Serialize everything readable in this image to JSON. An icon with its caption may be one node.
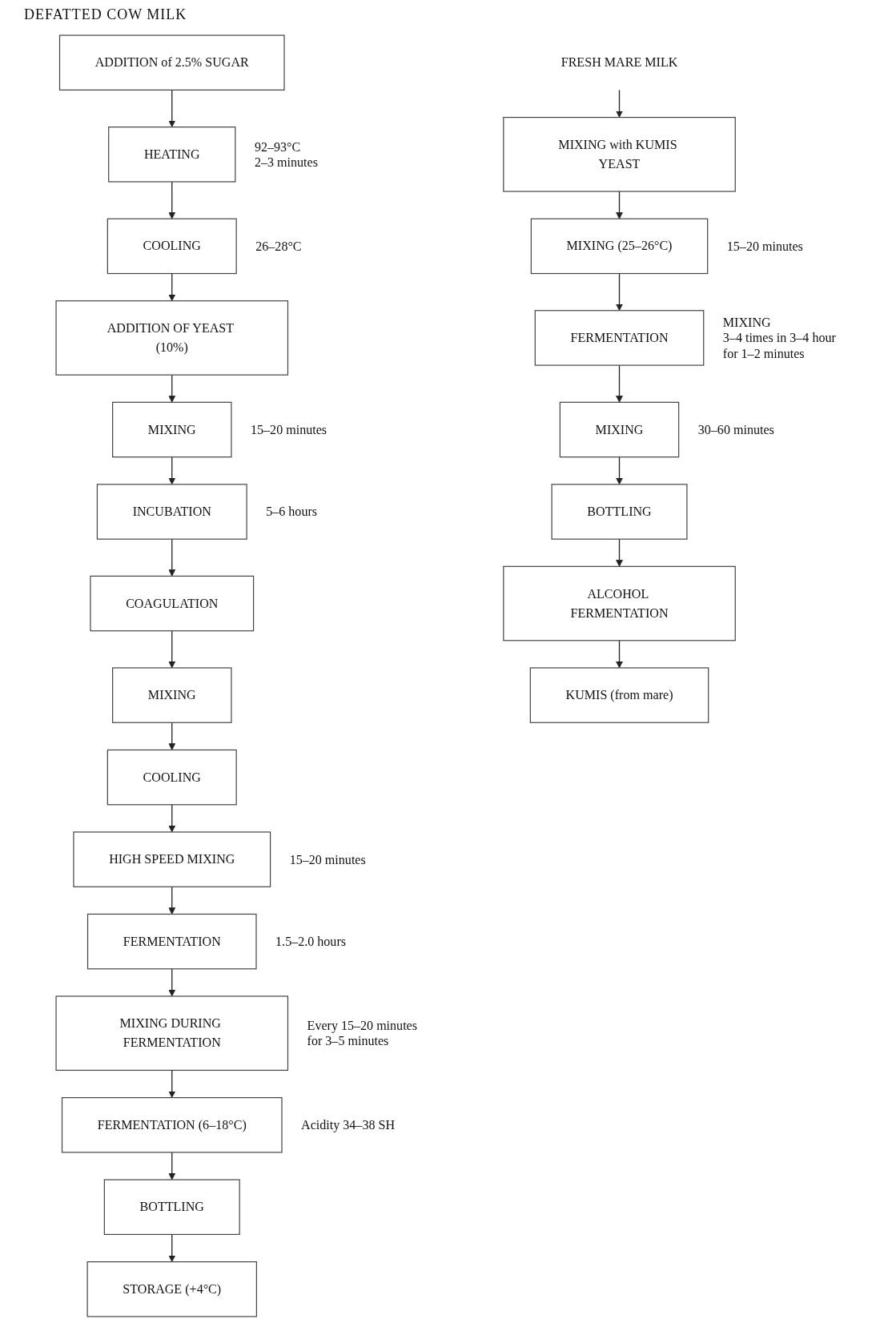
{
  "diagram": {
    "nodes": [
      {
        "text": [
          "ADDITION of 2.5% SUGAR"
        ]
      },
      {
        "text": [
          "HEATING"
        ],
        "beside": [
          "92–93°C",
          "2–3 minutes"
        ]
      },
      {
        "text": [
          "COOLING"
        ],
        "beside": [
          "26–28°C"
        ]
      },
      {
        "text": [
          "ADDITION OF YEAST (10%)"
        ]
      },
      {
        "text": [
          "MIXING"
        ],
        "beside": [
          "15–20 minutes"
        ]
      },
      {
        "text": [
          "INCUBATION"
        ],
        "beside": [
          "5–6 hours"
        ]
      },
      {
        "text": [
          "COAGULATION"
        ]
      },
      {
        "text": [
          "MIXING"
        ]
      },
      {
        "text": [
          "COOLING"
        ]
      },
      {
        "text": [
          "HIGH SPEED MIXING"
        ],
        "beside": [
          "15–20 minutes"
        ]
      },
      {
        "text": [
          "FERMENTATION"
        ],
        "beside": [
          "1.5–2.0 hours"
        ]
      },
      {
        "text": [
          "MIXING DURING FERMENTATION"
        ],
        "beside": [
          "Every 15–20 minutes",
          "for 3–5 minutes"
        ]
      },
      {
        "text": [
          "FERMENTATION (6–18°C)"
        ],
        "beside": [
          "Acidity 34–38 SH"
        ]
      },
      {
        "text": [
          "BOTTLING"
        ]
      },
      {
        "text": [
          "STORAGE (+4°C)"
        ]
      },
      {
        "text": [
          "FRESH MARE MILK"
        ]
      },
      {
        "text": [
          "MIXING with KUMIS YEAST"
        ]
      },
      {
        "text": [
          "MIXING (25–26°C)"
        ],
        "beside": [
          "15–20 minutes"
        ]
      },
      {
        "text": [
          "FERMENTATION"
        ],
        "beside": [
          "MIXING",
          "3–4 times in 3–4 hour",
          "for 1–2 minutes"
        ]
      },
      {
        "text": [
          "MIXING"
        ],
        "beside": [
          "30–60 minutes"
        ]
      },
      {
        "text": [
          "BOTTLING"
        ]
      },
      {
        "text": [
          "ALCOHOL FERMENTATION"
        ]
      },
      {
        "text": [
          "KUMIS (from mare)"
        ]
      }
    ],
    "edges": [
      {
        "from": 0,
        "to": 1,
        "arrow": "to"
      },
      {
        "from": 1,
        "to": 2,
        "arrow": "to"
      },
      {
        "from": 2,
        "to": 3,
        "arrow": "to"
      },
      {
        "from": 3,
        "to": 4,
        "arrow": "to"
      },
      {
        "from": 4,
        "to": 5,
        "arrow": "to"
      },
      {
        "from": 5,
        "to": 6,
        "arrow": "to"
      },
      {
        "from": 6,
        "to": 7,
        "arrow": "to"
      },
      {
        "from": 7,
        "to": 8,
        "arrow": "to"
      },
      {
        "from": 8,
        "to": 9,
        "arrow": "to"
      },
      {
        "from": 9,
        "to": 10,
        "arrow": "to"
      },
      {
        "from": 10,
        "to": 11,
        "arrow": "to"
      },
      {
        "from": 11,
        "to": 12,
        "arrow": "to"
      },
      {
        "from": 12,
        "to": 13,
        "arrow": "to"
      },
      {
        "from": 13,
        "to": 14,
        "arrow": "to"
      },
      {
        "from": 15,
        "to": 16,
        "arrow": "to"
      },
      {
        "from": 16,
        "to": 17,
        "arrow": "to"
      },
      {
        "from": 17,
        "to": 18,
        "arrow": "to"
      },
      {
        "from": 18,
        "to": 19,
        "arrow": "to"
      },
      {
        "from": 19,
        "to": 20,
        "arrow": "to"
      },
      {
        "from": 20,
        "to": 21,
        "arrow": "to"
      },
      {
        "from": 21,
        "to": 22,
        "arrow": "to"
      }
    ],
    "labels": [
      "DEFATTED COW MILK"
    ]
  }
}
